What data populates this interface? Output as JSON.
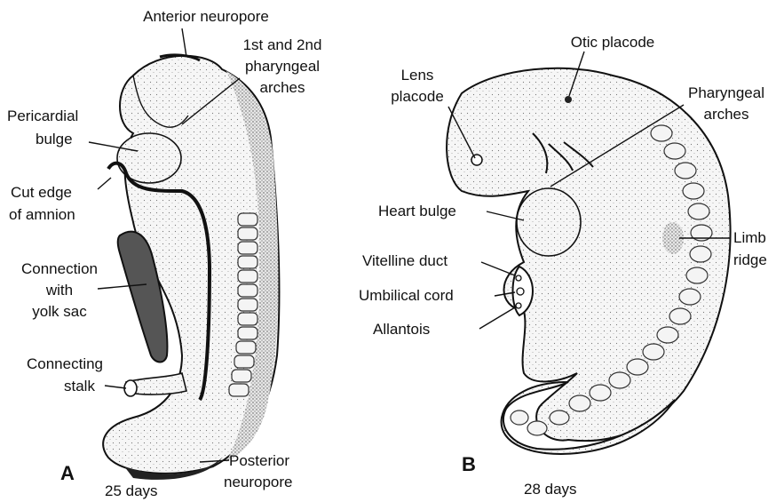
{
  "panel_a": {
    "letter": "A",
    "age": "25 days",
    "labels": {
      "anterior_neuropore": "Anterior neuropore",
      "pharyngeal_arches_1": "1st and 2nd",
      "pharyngeal_arches_2": "pharyngeal",
      "pharyngeal_arches_3": "arches",
      "pericardial_bulge_1": "Pericardial",
      "pericardial_bulge_2": "bulge",
      "cut_edge_1": "Cut edge",
      "cut_edge_2": "of amnion",
      "connection_1": "Connection",
      "connection_2": "with",
      "connection_3": "yolk sac",
      "connecting_stalk_1": "Connecting",
      "connecting_stalk_2": "stalk",
      "posterior_neuropore_1": "Posterior",
      "posterior_neuropore_2": "neuropore"
    }
  },
  "panel_b": {
    "letter": "B",
    "age": "28 days",
    "labels": {
      "otic_placode": "Otic placode",
      "lens_placode_1": "Lens",
      "lens_placode_2": "placode",
      "pharyngeal_arches_1": "Pharyngeal",
      "pharyngeal_arches_2": "arches",
      "heart_bulge": "Heart bulge",
      "limb_ridge_1": "Limb",
      "limb_ridge_2": "ridge",
      "vitelline_duct": "Vitelline duct",
      "umbilical_cord": "Umbilical cord",
      "allantois": "Allantois"
    }
  },
  "colors": {
    "ink": "#111111",
    "tissue": "#f3f3f3",
    "shadow": "#222222"
  }
}
